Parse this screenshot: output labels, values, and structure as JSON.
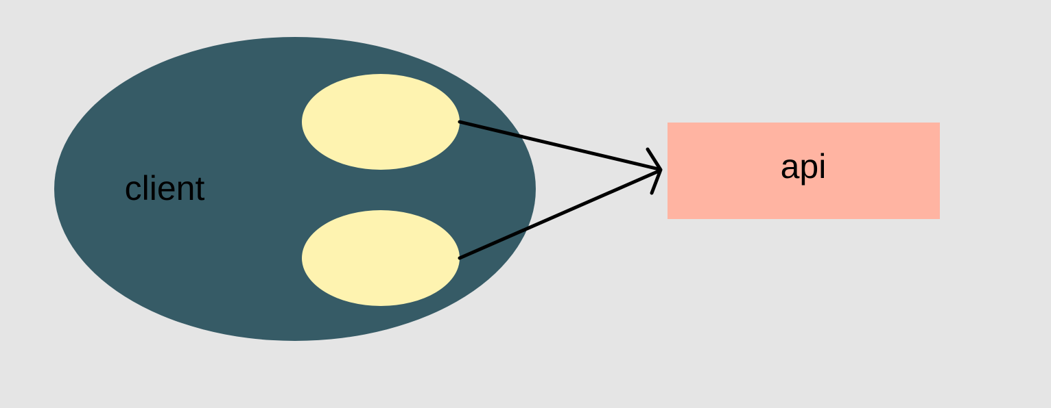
{
  "diagram": {
    "background_color": "#e5e5e5",
    "nodes": {
      "client": {
        "label": "client",
        "shape": "ellipse",
        "fill": "#365b66"
      },
      "inner_top": {
        "label": "",
        "shape": "ellipse",
        "fill": "#fef3b0"
      },
      "inner_bottom": {
        "label": "",
        "shape": "ellipse",
        "fill": "#fef3b0"
      },
      "api": {
        "label": "api",
        "shape": "rectangle",
        "fill": "#ffb4a2"
      }
    },
    "edges": [
      {
        "from": "inner_top",
        "to": "api",
        "arrow": "open",
        "color": "#000000"
      },
      {
        "from": "inner_bottom",
        "to": "api",
        "arrow": "open",
        "color": "#000000"
      }
    ]
  }
}
